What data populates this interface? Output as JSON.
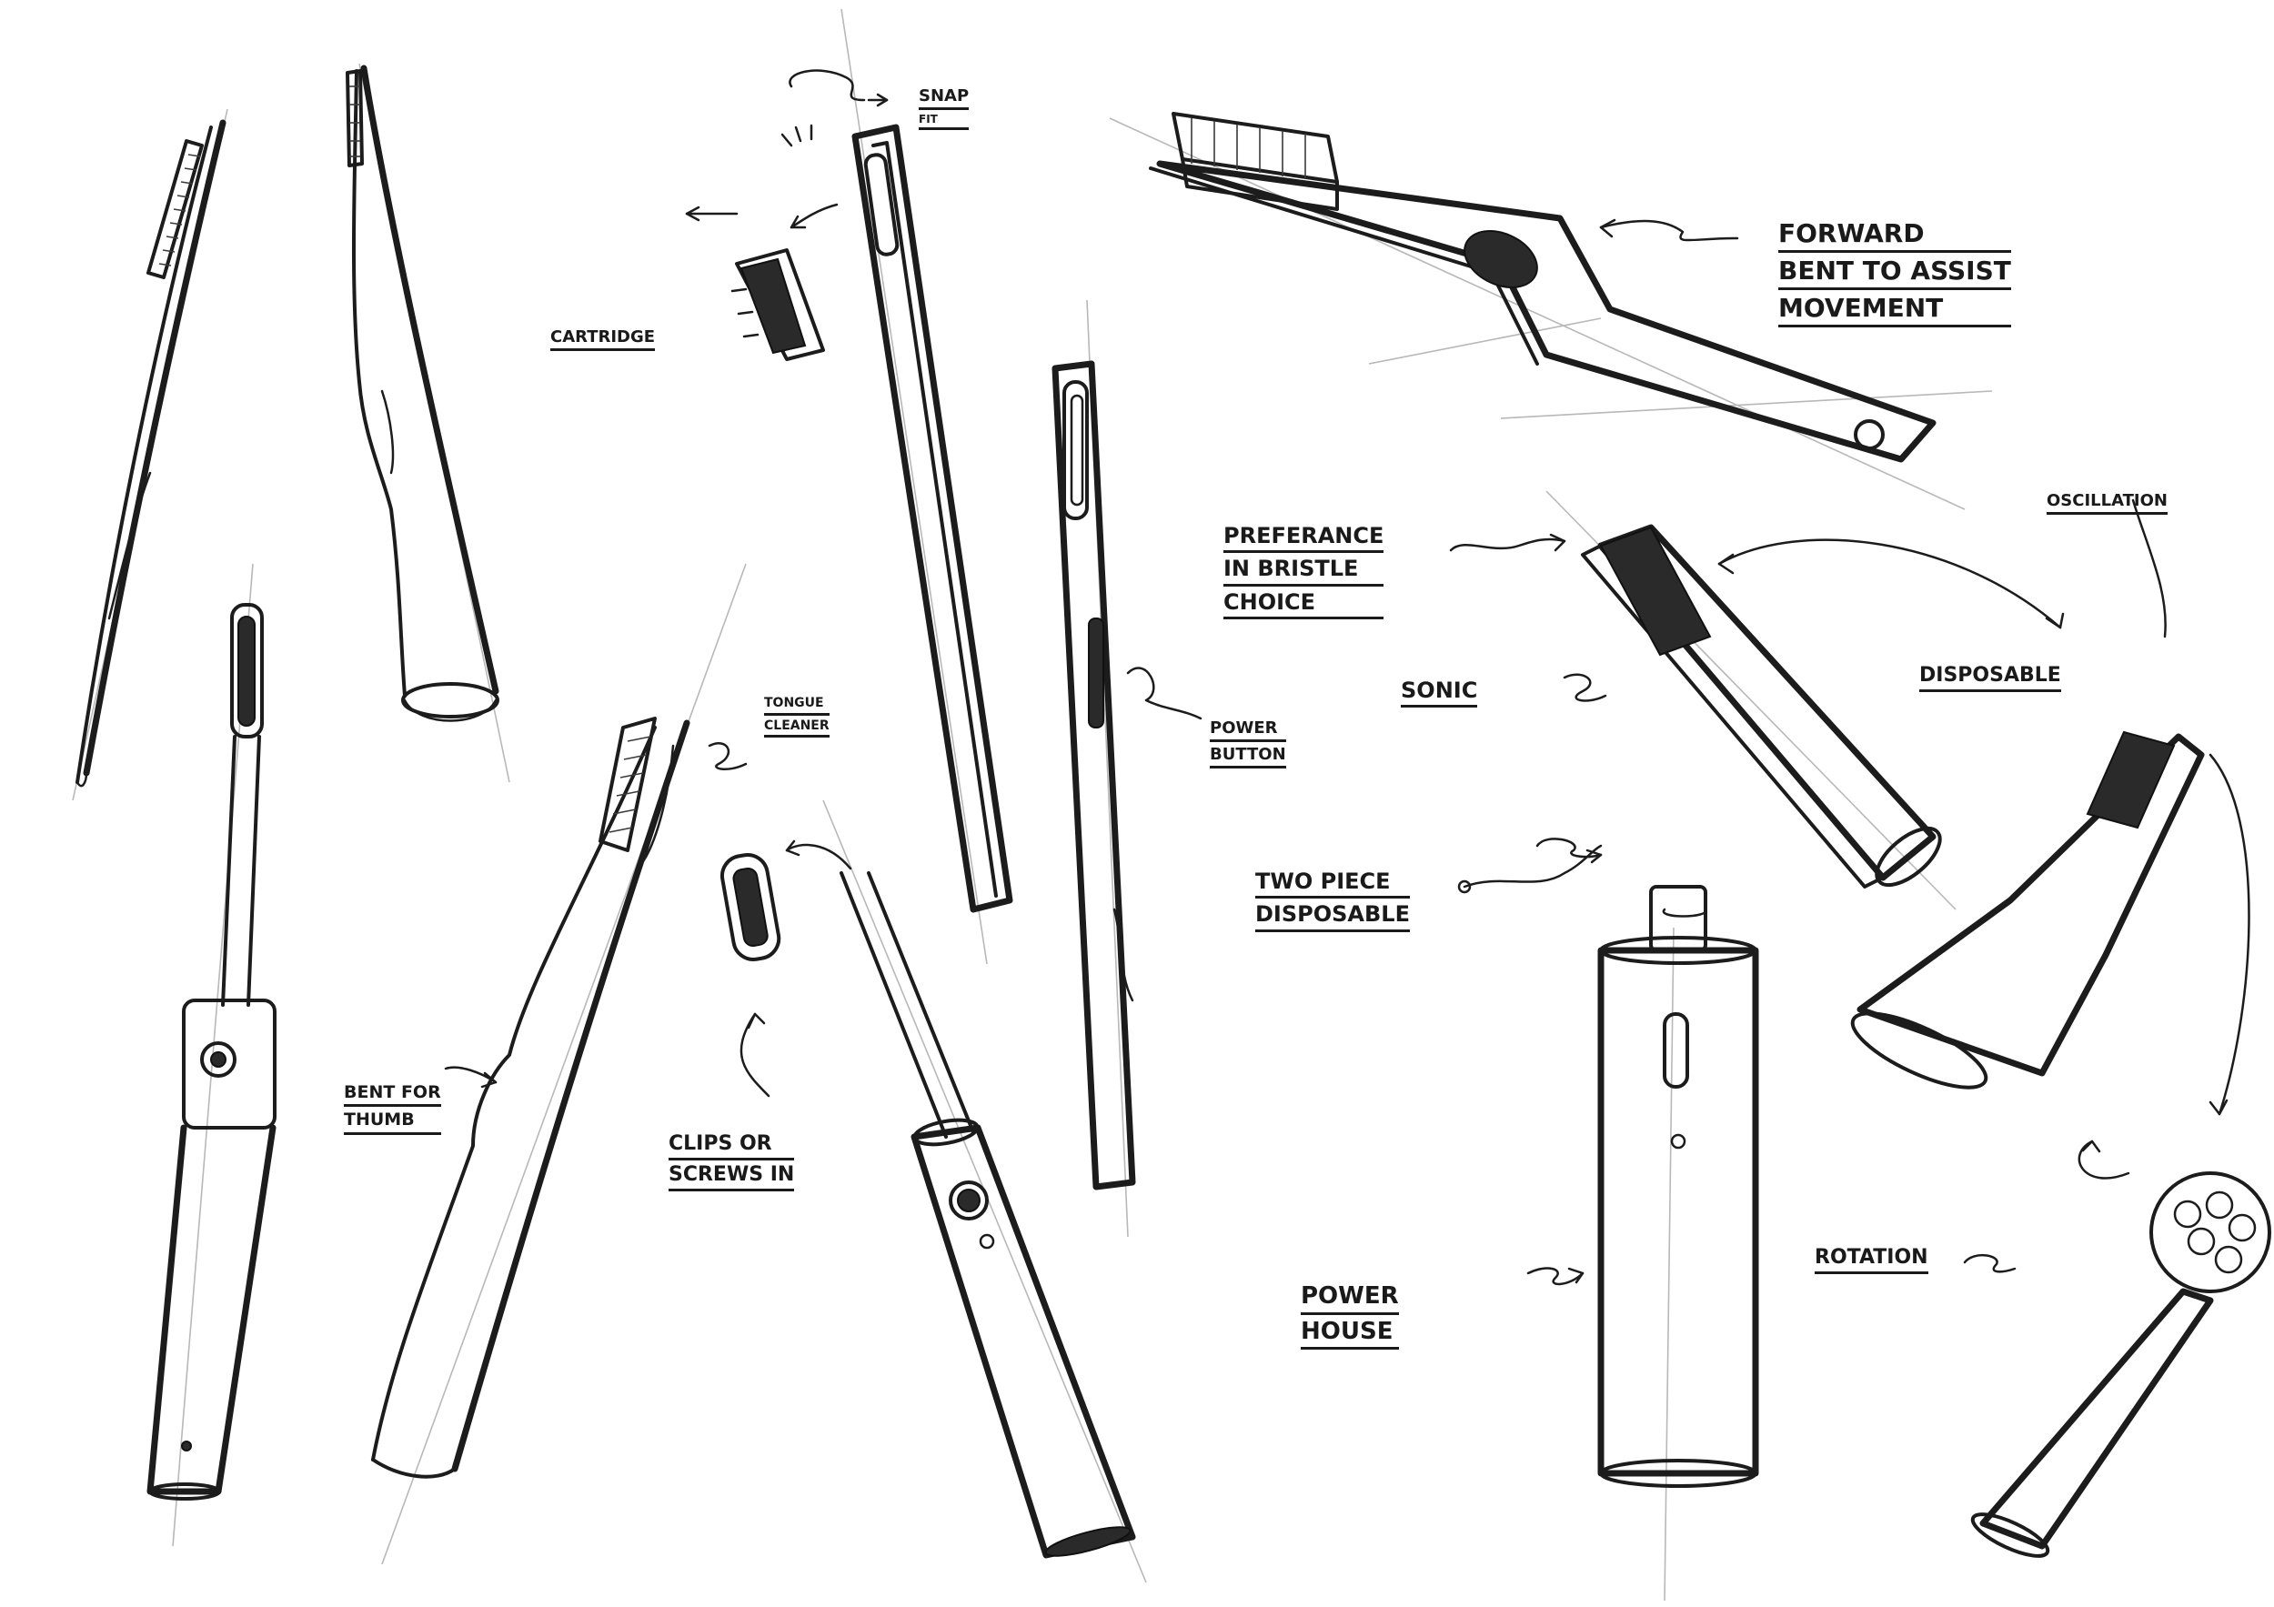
{
  "labels": {
    "snap_fit": [
      "SNAP",
      "FIT"
    ],
    "cartridge": [
      "CARTRIDGE"
    ],
    "forward_bent": [
      "FORWARD",
      "BENT TO ASSIST",
      "MOVEMENT"
    ],
    "preferance": [
      "PREFERANCE",
      "IN BRISTLE",
      "CHOICE"
    ],
    "oscillation": [
      "OSCILLATION"
    ],
    "disposable_right": [
      "DISPOSABLE"
    ],
    "sonic": [
      "SONIC"
    ],
    "tongue_cleaner": [
      "TONGUE",
      "CLEANER"
    ],
    "power_button": [
      "POWER",
      "BUTTON"
    ],
    "two_piece": [
      "TWO PIECE",
      "DISPOSABLE"
    ],
    "bent_for_thumb": [
      "BENT FOR",
      "THUMB"
    ],
    "clips_or_screws": [
      "CLIPS OR",
      "SCREWS IN"
    ],
    "power_house": [
      "POWER",
      "HOUSE"
    ],
    "rotation": [
      "ROTATION"
    ]
  }
}
